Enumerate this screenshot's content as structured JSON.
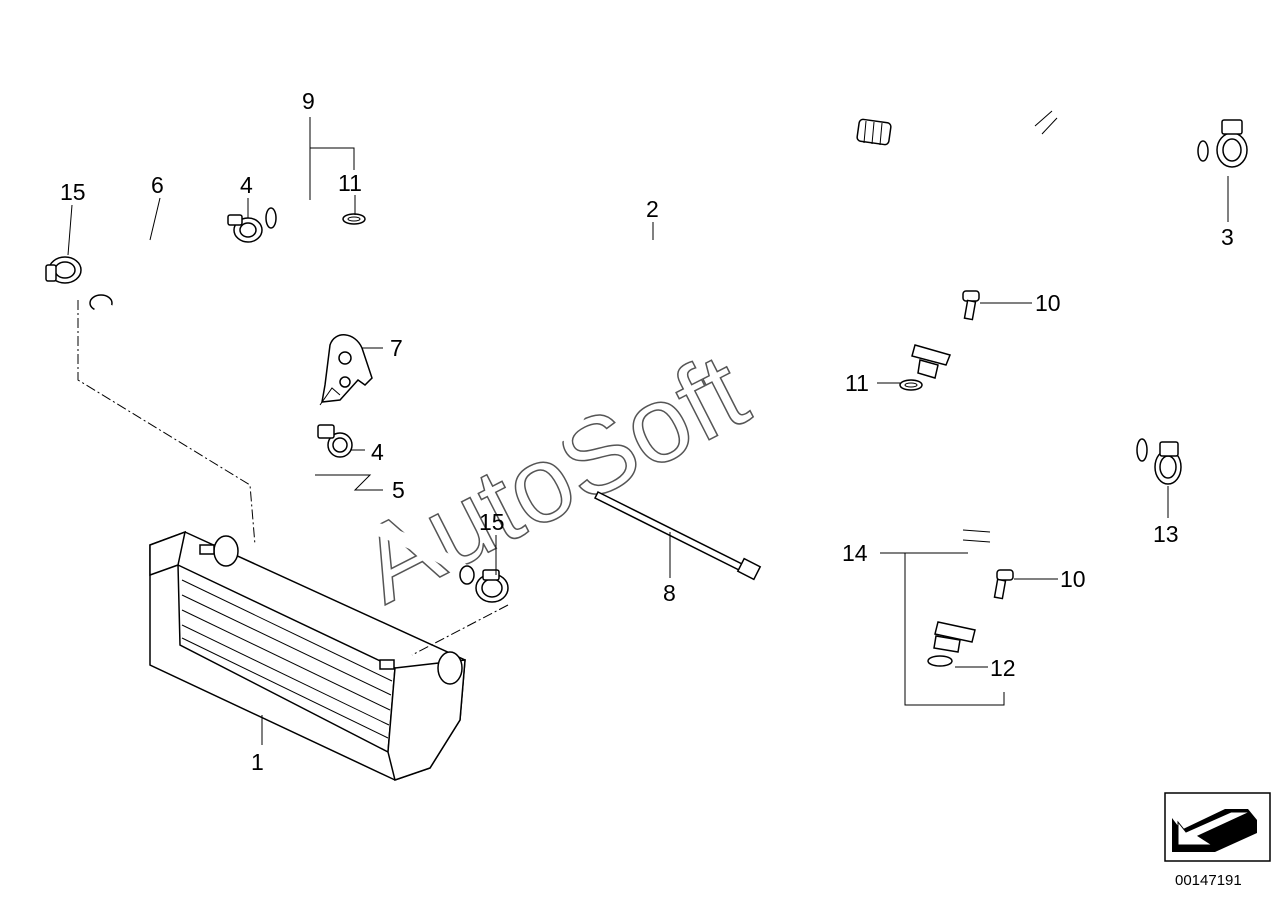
{
  "watermark": "AutoSoft",
  "figure_number": "00147191",
  "callouts": {
    "c1": "1",
    "c2": "2",
    "c3": "3",
    "c4a": "4",
    "c4b": "4",
    "c5": "5",
    "c6": "6",
    "c7": "7",
    "c8": "8",
    "c9": "9",
    "c10a": "10",
    "c10b": "10",
    "c11a": "11",
    "c11b": "11",
    "c12": "12",
    "c13": "13",
    "c14": "14",
    "c15a": "15",
    "c15b": "15"
  },
  "icons": {
    "navigation": "arrow-nav-icon"
  }
}
